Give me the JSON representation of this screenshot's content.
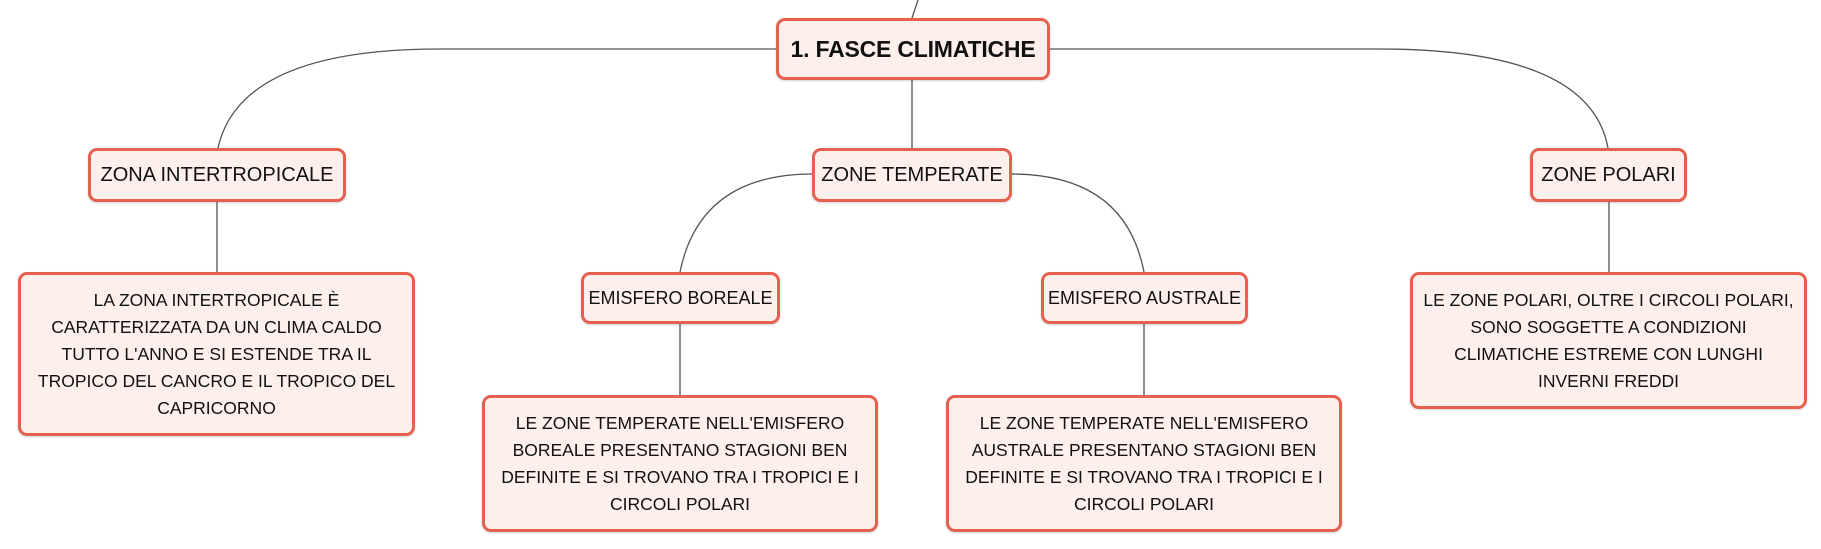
{
  "root": {
    "label": "1. FASCE CLIMATICHE"
  },
  "zones": {
    "intertropical": {
      "label": "ZONA INTERTROPICALE",
      "description": "LA ZONA INTERTROPICALE È CARATTERIZZATA DA UN CLIMA CALDO TUTTO L'ANNO E SI ESTENDE TRA IL TROPICO DEL CANCRO E IL TROPICO DEL CAPRICORNO"
    },
    "temperate": {
      "label": "ZONE TEMPERATE",
      "boreal": {
        "label": "EMISFERO BOREALE",
        "description": "LE ZONE TEMPERATE NELL'EMISFERO BOREALE PRESENTANO STAGIONI BEN DEFINITE E SI TROVANO TRA I TROPICI E I CIRCOLI POLARI"
      },
      "austral": {
        "label": "EMISFERO AUSTRALE",
        "description": "LE ZONE TEMPERATE NELL'EMISFERO AUSTRALE PRESENTANO STAGIONI BEN DEFINITE E SI TROVANO TRA I TROPICI E I CIRCOLI POLARI"
      }
    },
    "polar": {
      "label": "ZONE POLARI",
      "description": "LE ZONE POLARI, OLTRE I CIRCOLI POLARI, SONO SOGGETTE A CONDIZIONI CLIMATICHE ESTREME CON LUNGHI INVERNI FREDDI"
    }
  },
  "colors": {
    "node_fill": "#fdf0ec",
    "node_border": "#e5604f",
    "connector": "#555555"
  }
}
